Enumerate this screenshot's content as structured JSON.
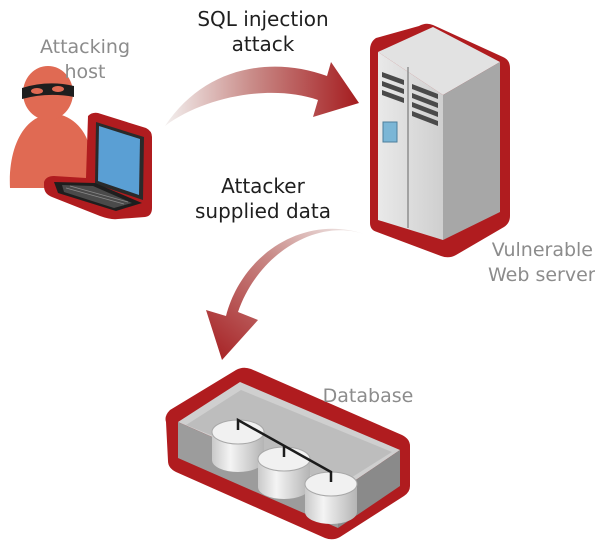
{
  "labels": {
    "attacking_host": [
      "Attacking",
      "host"
    ],
    "sql_injection": [
      "SQL injection",
      "attack"
    ],
    "attacker_supplied": [
      "Attacker",
      "supplied data"
    ],
    "vulnerable_server": [
      "Vulnerable",
      "Web server"
    ],
    "database": "Database"
  },
  "colors": {
    "accent_red": "#b01c1f",
    "person": "#e06a53",
    "label_gray": "#8c8c8c",
    "label_dark": "#1f1f1f",
    "screen_blue": "#5a9fd4"
  },
  "icons": [
    "hacker-icon",
    "laptop-icon",
    "server-icon",
    "database-icon",
    "arrow-icon"
  ]
}
